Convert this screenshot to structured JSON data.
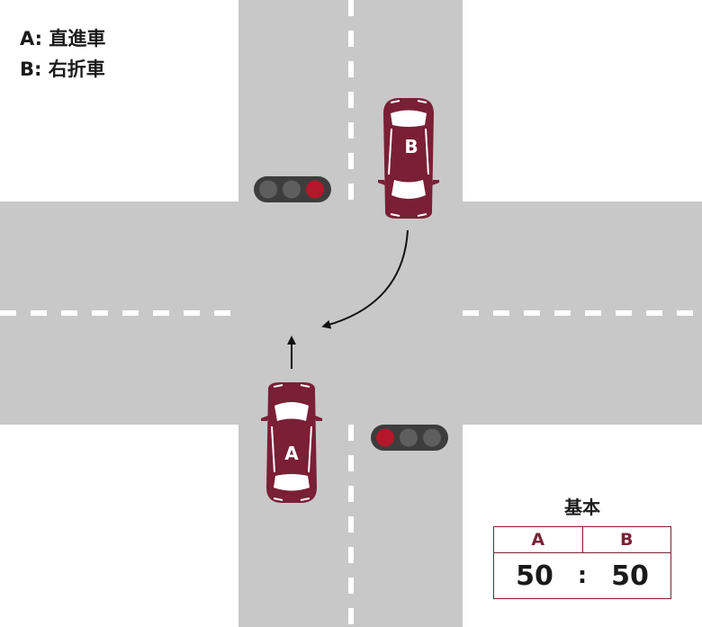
{
  "legend": {
    "a": "A: 直進車",
    "b": "B: 右折車"
  },
  "cars": {
    "a_label": "A",
    "b_label": "B"
  },
  "signals": {
    "upper": "red",
    "lower": "red"
  },
  "colors": {
    "road": "#c8c8c8",
    "car": "#7a1f35",
    "signal_red": "#b3172a",
    "signal_off": "#5e5e5e",
    "signal_body": "#3d3d3d",
    "lane_marking": "#ffffff"
  },
  "ratio": {
    "title": "基本",
    "col_a": "A",
    "col_b": "B",
    "value_a": "50",
    "separator": ":",
    "value_b": "50"
  }
}
